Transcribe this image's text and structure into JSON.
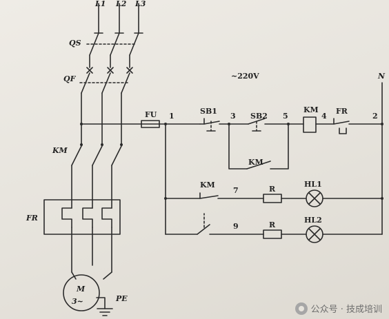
{
  "diagram": {
    "phases": [
      "L1",
      "L2",
      "L3"
    ],
    "labels": {
      "qs": "QS",
      "qf": "QF",
      "km_main": "KM",
      "fr_main": "FR",
      "motor_m": "M",
      "motor_phase": "3~",
      "pe": "PE",
      "voltage": "~220V",
      "neutral": "N",
      "fuse": "FU",
      "sb1": "SB1",
      "sb2": "SB2",
      "km_coil": "KM",
      "fr_contact": "FR",
      "km_hold": "KM",
      "km_lamp": "KM",
      "r1": "R",
      "r2": "R",
      "hl1": "HL1",
      "hl2": "HL2"
    },
    "nodes": [
      "1",
      "3",
      "5",
      "4",
      "2",
      "7",
      "9"
    ]
  },
  "watermark": {
    "text": "公众号 · 技成培训",
    "icon": "wechat-icon"
  }
}
